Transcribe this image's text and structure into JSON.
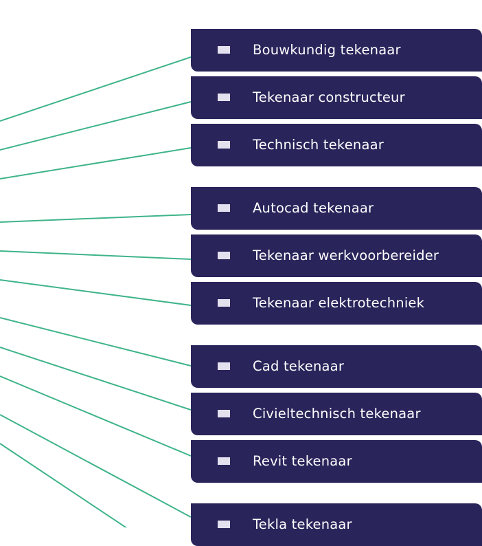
{
  "diagram": {
    "type": "fan-out connector list",
    "colors": {
      "connector": "#3fb489",
      "node_background": "#29245a",
      "node_text": "#ffffff",
      "bullet": "#e4e1ef"
    },
    "groups": [
      {
        "items": [
          {
            "label": "Bouwkundig tekenaar"
          },
          {
            "label": "Tekenaar constructeur"
          },
          {
            "label": "Technisch tekenaar"
          }
        ]
      },
      {
        "items": [
          {
            "label": "Autocad tekenaar"
          },
          {
            "label": "Tekenaar werkvoorbereider"
          },
          {
            "label": "Tekenaar elektrotechniek"
          }
        ]
      },
      {
        "items": [
          {
            "label": "Cad tekenaar"
          },
          {
            "label": "Civieltechnisch tekenaar"
          },
          {
            "label": "Revit tekenaar"
          }
        ]
      },
      {
        "items": [
          {
            "label": "Tekla tekenaar"
          }
        ]
      }
    ]
  }
}
